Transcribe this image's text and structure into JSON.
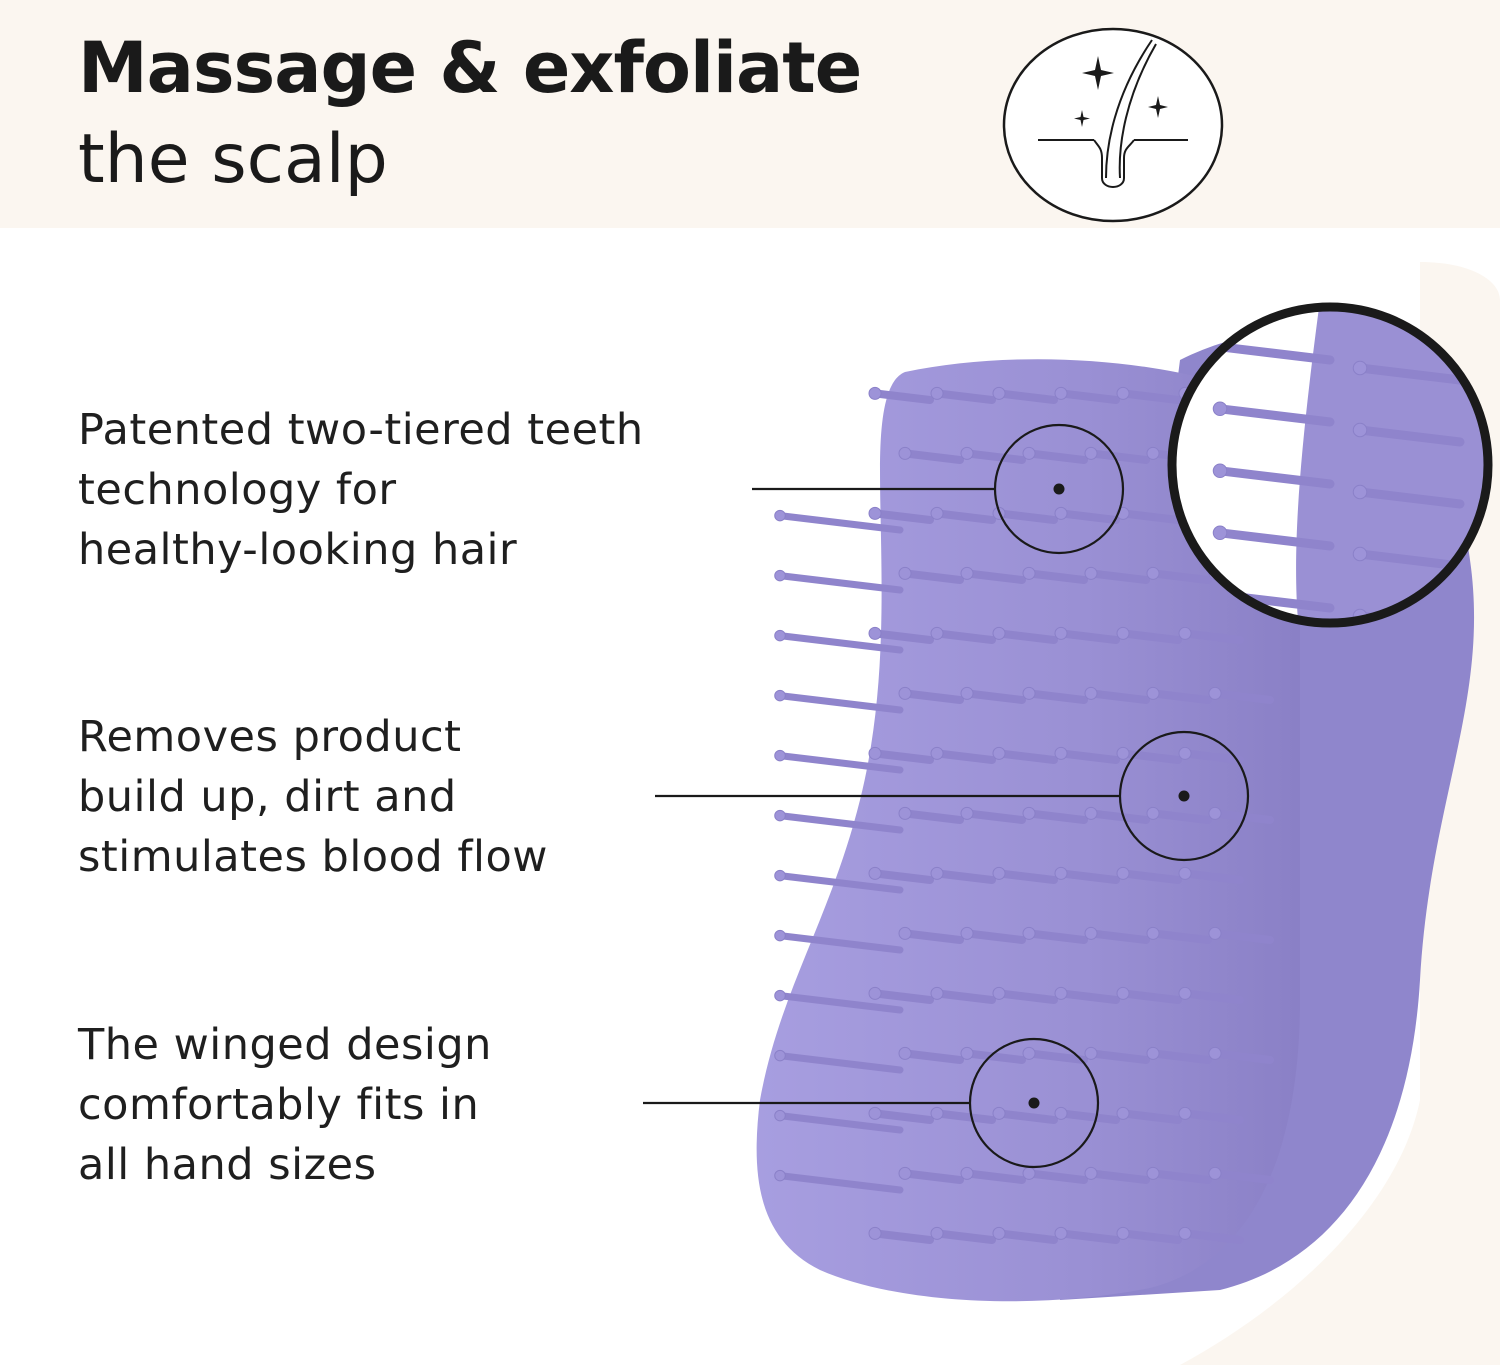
{
  "header": {
    "title_bold": "Massage & exfoliate",
    "title_regular": "the scalp",
    "badge_icon": "hair-follicle-sparkle-icon"
  },
  "features": [
    {
      "lines": [
        "Patented two-tiered teeth",
        "technology for",
        "healthy-looking hair"
      ]
    },
    {
      "lines": [
        "Removes product",
        "build up, dirt and",
        "stimulates blood flow"
      ]
    },
    {
      "lines": [
        "The winged design",
        "comfortably fits in",
        "all hand sizes"
      ]
    }
  ],
  "product": {
    "image": "lavender-scalp-brush-image",
    "callout_icon": "zoom-callout-circle-icon",
    "colors": {
      "brush_body": "#9a90d4",
      "brush_teeth": "#8f84cc",
      "header_bg": "#fbf6f0",
      "line": "#1a1a1a"
    }
  }
}
